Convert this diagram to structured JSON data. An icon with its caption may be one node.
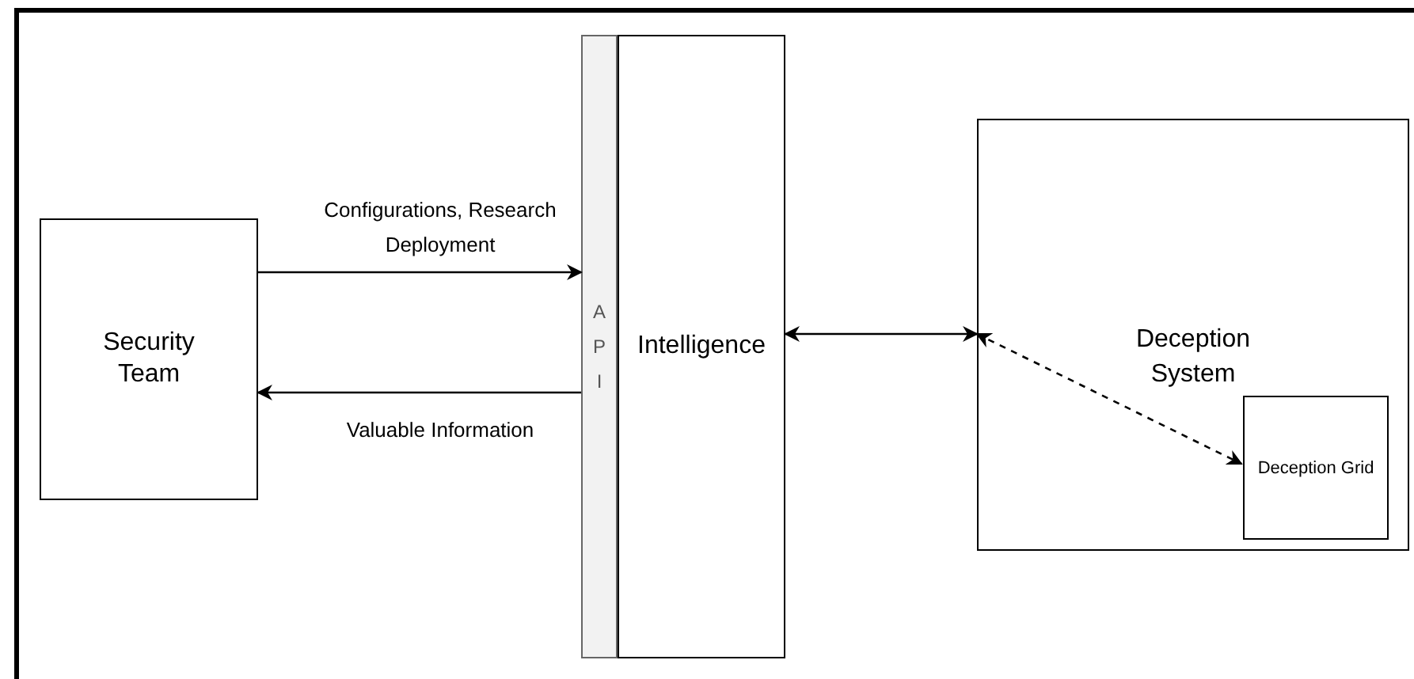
{
  "diagram": {
    "nodes": [
      {
        "text": [
          "Security Team"
        ]
      },
      {
        "text": [
          "API"
        ]
      },
      {
        "text": [
          "Intelligence"
        ]
      },
      {
        "text": [
          "Deception System"
        ]
      },
      {
        "text": [
          "Deception Grid"
        ],
        "in": 3
      }
    ],
    "edges": [
      {
        "from": 0,
        "to": 1,
        "arrow": "to",
        "label": "Configurations, Research Deployment"
      },
      {
        "from": 1,
        "to": 0,
        "arrow": "to",
        "label": "Valuable Information"
      },
      {
        "from": 2,
        "to": 3,
        "arrow": "both"
      },
      {
        "from": 3,
        "to": 4,
        "arrow": "both",
        "style": "dashed"
      }
    ]
  }
}
